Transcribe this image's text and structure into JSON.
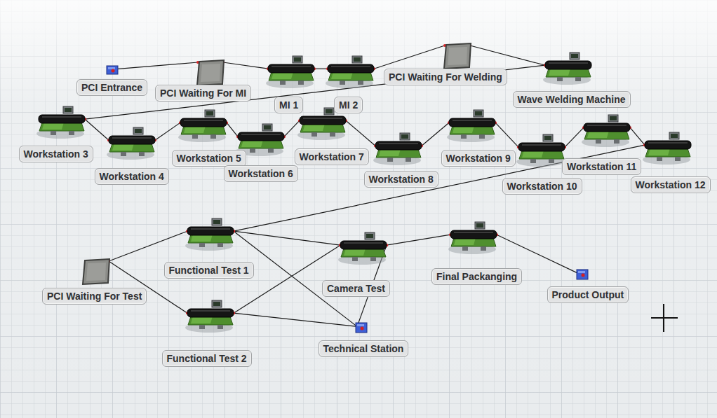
{
  "diagram": {
    "nodes": [
      {
        "text": [
          "PCI Entrance"
        ]
      },
      {
        "text": [
          "PCI Waiting For MI"
        ]
      },
      {
        "text": [
          "MI 1"
        ]
      },
      {
        "text": [
          "MI 2"
        ]
      },
      {
        "text": [
          "PCI Waiting For Welding"
        ]
      },
      {
        "text": [
          "Wave Welding Machine"
        ]
      },
      {
        "text": [
          "Workstation 3"
        ]
      },
      {
        "text": [
          "Workstation 4"
        ]
      },
      {
        "text": [
          "Workstation 5"
        ]
      },
      {
        "text": [
          "Workstation 6"
        ]
      },
      {
        "text": [
          "Workstation 7"
        ]
      },
      {
        "text": [
          "Workstation 8"
        ]
      },
      {
        "text": [
          "Workstation 9"
        ]
      },
      {
        "text": [
          "Workstation 10"
        ]
      },
      {
        "text": [
          "Workstation 11"
        ]
      },
      {
        "text": [
          "Workstation 12"
        ]
      },
      {
        "text": [
          "Functional Test 1"
        ]
      },
      {
        "text": [
          "PCI Waiting For Test"
        ]
      },
      {
        "text": [
          "Camera Test"
        ]
      },
      {
        "text": [
          "Final Packanging"
        ]
      },
      {
        "text": [
          "Product Output"
        ]
      },
      {
        "text": [
          "Functional Test 2"
        ]
      },
      {
        "text": [
          "Technical Station"
        ]
      }
    ],
    "edges": [
      {
        "from": 0,
        "to": 1,
        "arrow": "none"
      },
      {
        "from": 1,
        "to": 2,
        "arrow": "none"
      },
      {
        "from": 2,
        "to": 3,
        "arrow": "none"
      },
      {
        "from": 3,
        "to": 4,
        "arrow": "none"
      },
      {
        "from": 4,
        "to": 5,
        "arrow": "none"
      },
      {
        "from": 5,
        "to": 6,
        "arrow": "none"
      },
      {
        "from": 6,
        "to": 7,
        "arrow": "none"
      },
      {
        "from": 7,
        "to": 8,
        "arrow": "none"
      },
      {
        "from": 8,
        "to": 9,
        "arrow": "none"
      },
      {
        "from": 9,
        "to": 10,
        "arrow": "none"
      },
      {
        "from": 10,
        "to": 11,
        "arrow": "none"
      },
      {
        "from": 11,
        "to": 12,
        "arrow": "none"
      },
      {
        "from": 12,
        "to": 13,
        "arrow": "none"
      },
      {
        "from": 13,
        "to": 14,
        "arrow": "none"
      },
      {
        "from": 14,
        "to": 15,
        "arrow": "none"
      },
      {
        "from": 15,
        "to": 16,
        "arrow": "none"
      },
      {
        "from": 17,
        "to": 16,
        "arrow": "none"
      },
      {
        "from": 17,
        "to": 21,
        "arrow": "none"
      },
      {
        "from": 16,
        "to": 18,
        "arrow": "none"
      },
      {
        "from": 16,
        "to": 22,
        "arrow": "none"
      },
      {
        "from": 21,
        "to": 18,
        "arrow": "none"
      },
      {
        "from": 21,
        "to": 22,
        "arrow": "none"
      },
      {
        "from": 18,
        "to": 22,
        "arrow": "none"
      },
      {
        "from": 18,
        "to": 19,
        "arrow": "none"
      },
      {
        "from": 19,
        "to": 20,
        "arrow": "none"
      }
    ]
  }
}
